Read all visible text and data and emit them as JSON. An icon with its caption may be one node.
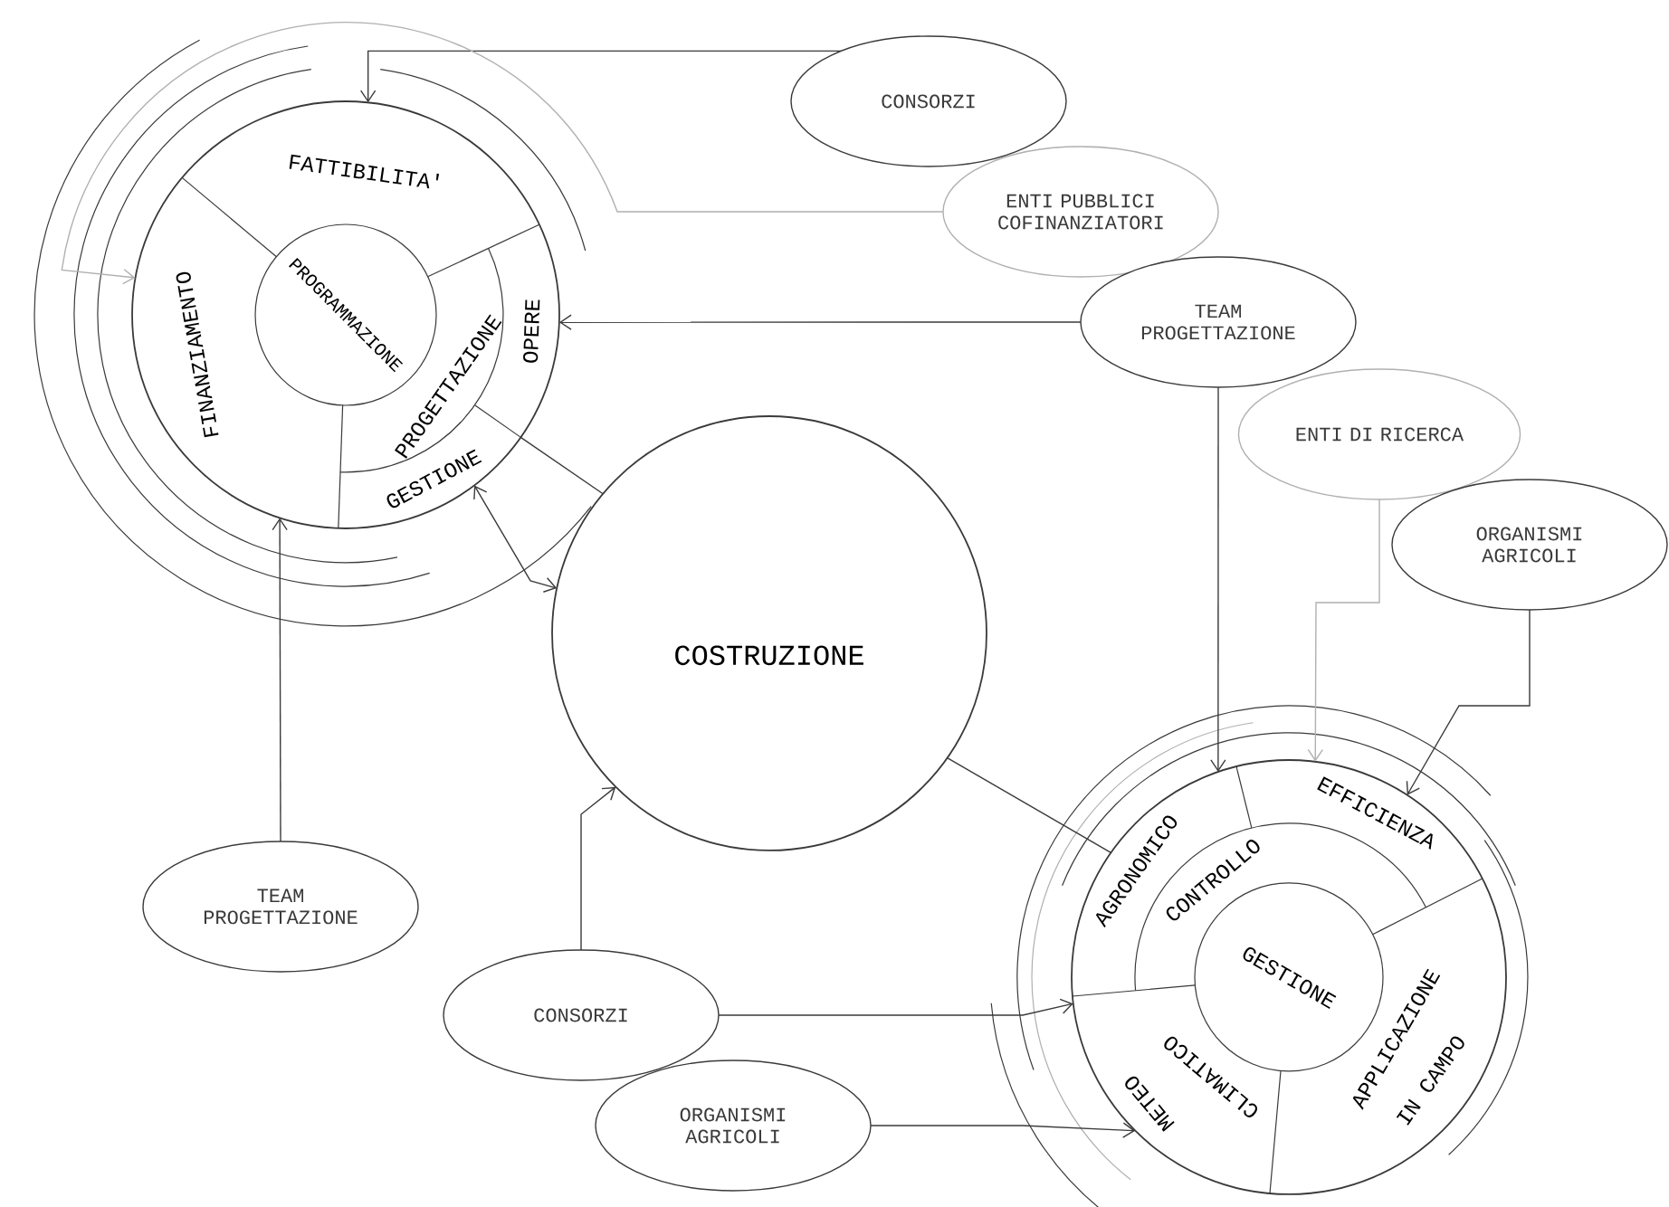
{
  "diagram": {
    "nodes": [
      {
        "text": [],
        "shape": "circle"
      },
      {
        "text": [
          "FATTIBILITA'"
        ],
        "in": 0
      },
      {
        "text": [
          "OPERE"
        ],
        "in": 0
      },
      {
        "text": [
          "GESTIONE"
        ],
        "in": 0
      },
      {
        "text": [
          "FINANZIAMENTO"
        ],
        "in": 0
      },
      {
        "text": [
          "PROGETTAZIONE"
        ],
        "in": 0
      },
      {
        "text": [
          "PROGRAMMAZIONE"
        ],
        "in": 0
      },
      {
        "text": [
          "CONSORZI"
        ]
      },
      {
        "text": [
          "ENTI PUBBLICI COFINANZIATORI"
        ]
      },
      {
        "text": [
          "TEAM PROGETTAZIONE"
        ]
      },
      {
        "text": [
          "ENTI DI RICERCA"
        ]
      },
      {
        "text": [
          "ORGANISMI AGRICOLI"
        ]
      },
      {
        "text": [
          "COSTRUZIONE"
        ]
      },
      {
        "text": [
          "TEAM PROGETTAZIONE"
        ]
      },
      {
        "text": [
          "CONSORZI"
        ]
      },
      {
        "text": [
          "ORGANISMI AGRICOLI"
        ]
      },
      {
        "text": [],
        "shape": "circle"
      },
      {
        "text": [
          "AGRONOMICO"
        ],
        "in": 16
      },
      {
        "text": [
          "EFFICIENZA"
        ],
        "in": 16
      },
      {
        "text": [
          "APPLICAZIONE",
          "IN CAMPO"
        ],
        "in": 16
      },
      {
        "text": [
          "METEO",
          "CLIMATICO"
        ],
        "in": 16
      },
      {
        "text": [
          "CONTROLLO"
        ],
        "in": 16
      },
      {
        "text": [
          "GESTIONE"
        ],
        "in": 16
      }
    ],
    "edges": [
      {
        "from": 7,
        "to": 0,
        "arrow": "to"
      },
      {
        "from": 8,
        "to": 0,
        "arrow": "to",
        "color": "#b0b0b0"
      },
      {
        "from": 9,
        "to": 0,
        "arrow": "to"
      },
      {
        "from": 9,
        "to": 16,
        "arrow": "to"
      },
      {
        "from": 10,
        "to": 16,
        "arrow": "to",
        "color": "#b0b0b0"
      },
      {
        "from": 11,
        "to": 16,
        "arrow": "to"
      },
      {
        "from": 0,
        "to": 12,
        "arrow": "none"
      },
      {
        "from": 12,
        "to": 16,
        "arrow": "none"
      },
      {
        "from": 0,
        "to": 12,
        "arrow": "both"
      },
      {
        "from": 13,
        "to": 0,
        "arrow": "to"
      },
      {
        "from": 14,
        "to": 12,
        "arrow": "to"
      },
      {
        "from": 14,
        "to": 16,
        "arrow": "to"
      },
      {
        "from": 15,
        "to": 16,
        "arrow": "to"
      }
    ]
  }
}
